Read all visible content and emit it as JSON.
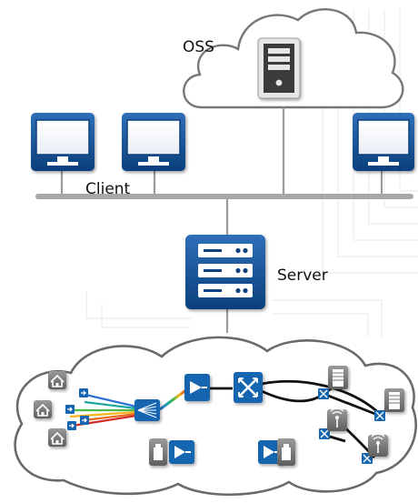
{
  "labels": {
    "oss": "OSS",
    "client": "Client",
    "server": "Server"
  },
  "icons": {
    "oss": "server-tower-icon",
    "clients": "monitor-icon",
    "server": "rack-server-icon",
    "home": "home-icon",
    "splitter": "optical-splitter-icon",
    "amplifier": "amplifier-icon",
    "cross_connect": "cross-connect-icon",
    "cross_node": "node-cross-icon",
    "radio": "antenna-icon",
    "building": "building-icon",
    "transceiver": "transceiver-icon"
  },
  "colors": {
    "brand_blue": "#0a4a8c",
    "line_gray": "#a8a8a8",
    "node_blue": "#1565b0",
    "device_gray": "#8c8c8c",
    "spectrum": [
      "#2a6fd6",
      "#1aa6a0",
      "#4cb84a",
      "#f2b51b",
      "#e86a1e",
      "#d42a2a"
    ]
  }
}
